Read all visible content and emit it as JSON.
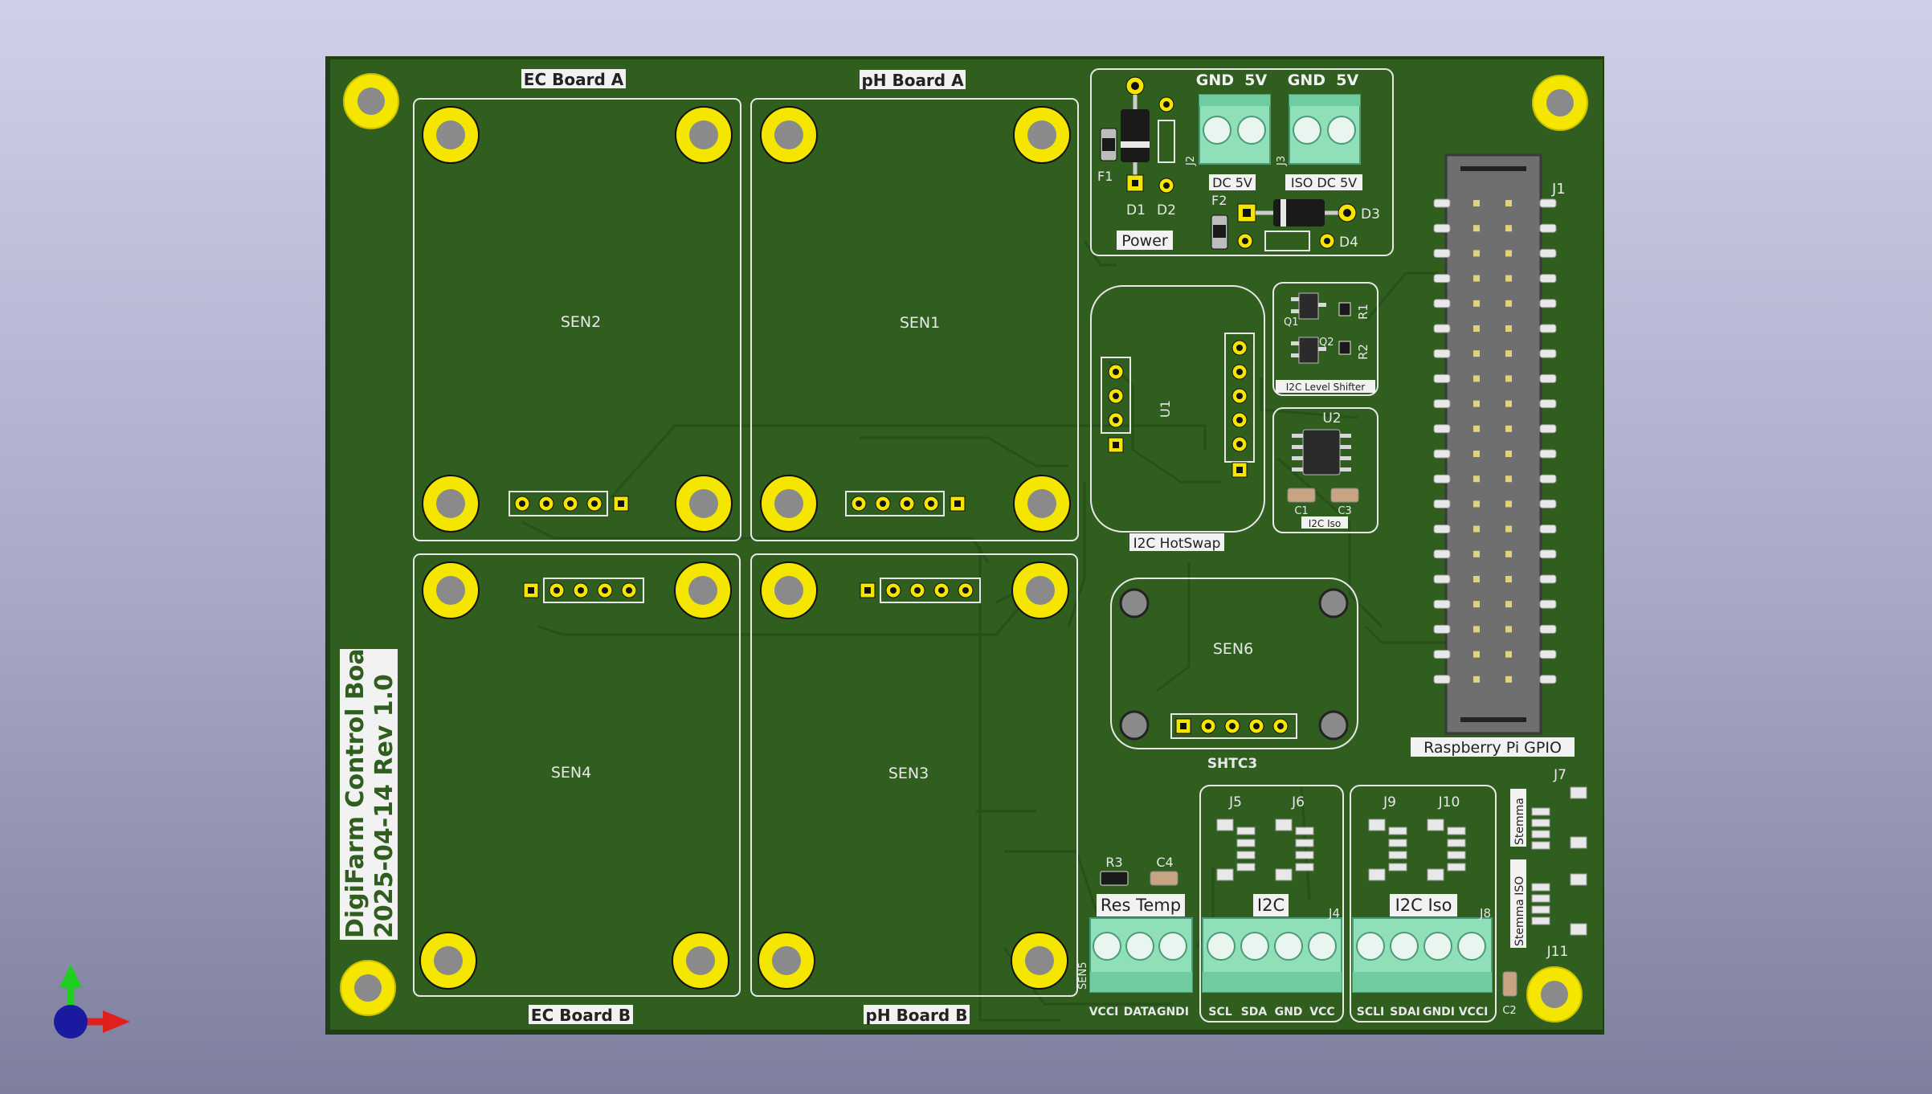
{
  "colors": {
    "board": "#2f5e1f",
    "board_edge": "#1f3f15",
    "silk": "#f2f2f2",
    "pad": "#f5e600",
    "hole": "#8a8a8a",
    "terminal": "#8fe0b8",
    "header": "#6f6f6f"
  },
  "labels": {
    "ec_board_a": "EC Board A",
    "ph_board_a": "pH Board A",
    "ec_board_b": "EC Board B",
    "ph_board_b": "pH Board B",
    "sen1": "SEN1",
    "sen2": "SEN2",
    "sen3": "SEN3",
    "sen4": "SEN4",
    "sen5": "SEN5",
    "sen6": "SEN6",
    "shtc3": "SHTC3",
    "board_name": "DigiFarm Control Board",
    "board_rev": "2025-04-14 Rev 1.0",
    "power": "Power",
    "gnd_5v_a": "GND  5V",
    "gnd_5v_b": "GND  5V",
    "dc_5v": "DC 5V",
    "iso_dc_5v": "ISO DC 5V",
    "f1": "F1",
    "f2": "F2",
    "d1": "D1",
    "d2": "D2",
    "d3": "D3",
    "d4": "D4",
    "j1": "J1",
    "j2": "J2",
    "j3": "J3",
    "j4": "J4",
    "j5": "J5",
    "j6": "J6",
    "j7": "J7",
    "j8": "J8",
    "j9": "J9",
    "j10": "J10",
    "j11": "J11",
    "q1": "Q1",
    "q2": "Q2",
    "r1": "R1",
    "r2": "R2",
    "r3": "R3",
    "c1": "C1",
    "c2": "C2",
    "c3": "C3",
    "c4": "C4",
    "u1": "U1",
    "u2": "U2",
    "i2c_hotswap": "I2C HotSwap",
    "i2c_level_shifter": "I2C Level Shifter",
    "i2c_iso_small": "I2C Iso",
    "raspberry_pi_gpio": "Raspberry Pi GPIO",
    "stemma": "Stemma",
    "stemma_iso": "Stemma ISO",
    "res_temp": "Res Temp",
    "i2c": "I2C",
    "i2c_iso": "I2C Iso",
    "pins_restemp": [
      "VCCI",
      "DATA",
      "GNDI"
    ],
    "pins_i2c": [
      "SCL",
      "SDA",
      "GND",
      "VCC"
    ],
    "pins_i2c_iso": [
      "SCLI",
      "SDAI",
      "GNDI",
      "VCCI"
    ]
  },
  "axes_gizmo": {
    "x_color": "#e0201c",
    "y_color": "#1fcf1f",
    "z_color": "#1a1aa0"
  }
}
